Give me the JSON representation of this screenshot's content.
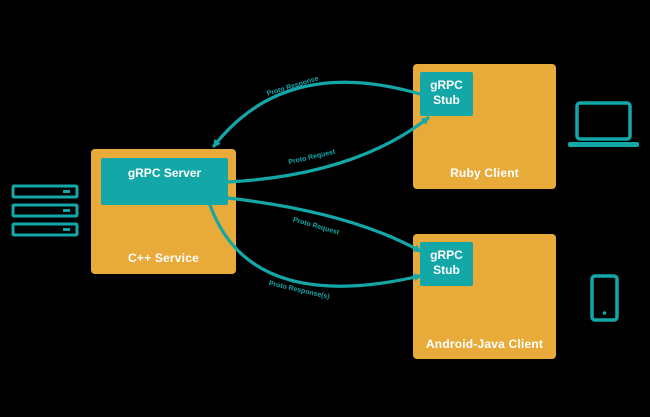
{
  "services": {
    "cpp": {
      "label": "C++ Service",
      "server_label": "gRPC Server"
    },
    "ruby": {
      "label": "Ruby Client",
      "stub_line1": "gRPC",
      "stub_line2": "Stub"
    },
    "android": {
      "label": "Android-Java Client",
      "stub_line1": "gRPC",
      "stub_line2": "Stub"
    }
  },
  "messages": {
    "ruby_response": "Proto Response",
    "ruby_request": "Proto Request",
    "android_request": "Proto Request",
    "android_response": "Proto Response(s)"
  },
  "icons": {
    "left": "server-rack-icon",
    "ruby_device": "laptop-icon",
    "android_device": "phone-icon"
  },
  "colors": {
    "background": "#000000",
    "box": "#e8ab3a",
    "accent": "#14a7a8",
    "text": "#ffffff"
  }
}
